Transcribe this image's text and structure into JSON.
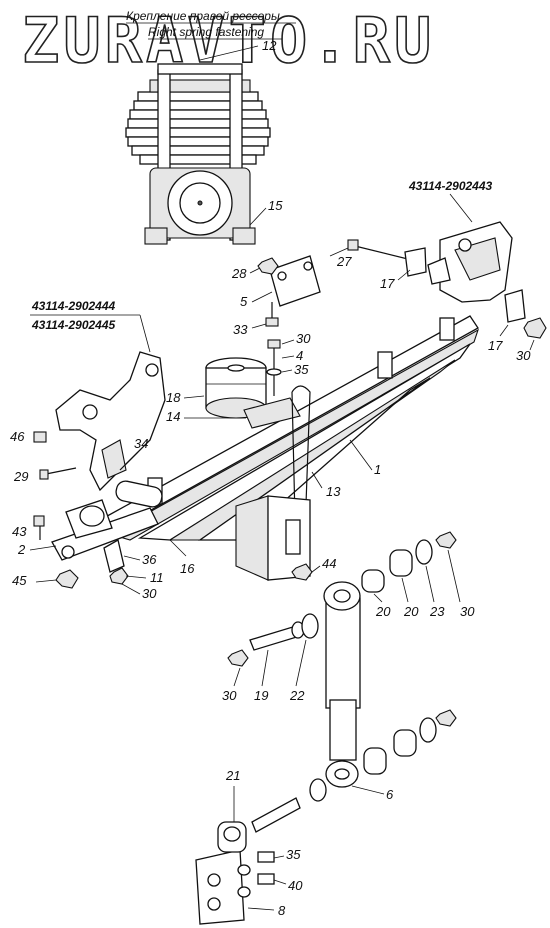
{
  "watermark": "ZURAVTO.RU",
  "inset": {
    "title_ru": "Крепление правой рессоры",
    "title_en": "Right spring fastening"
  },
  "part_numbers": {
    "bracket_rear": "43114-2902443",
    "bracket_front_a": "43114-2902444",
    "bracket_front_b": "43114-2902445"
  },
  "callouts": {
    "c12": "12",
    "c15": "15",
    "c27": "27",
    "c17a": "17",
    "c17b": "17",
    "c28": "28",
    "c5": "5",
    "c33": "33",
    "c30a": "30",
    "c30b": "30",
    "c4": "4",
    "c35a": "35",
    "c18": "18",
    "c14": "14",
    "c46": "46",
    "c34": "34",
    "c29": "29",
    "c1": "1",
    "c13": "13",
    "c43": "43",
    "c2": "2",
    "c36": "36",
    "c16": "16",
    "c11": "11",
    "c45": "45",
    "c30c": "30",
    "c44": "44",
    "c20a": "20",
    "c20b": "20",
    "c23": "23",
    "c30d": "30",
    "c30e": "30",
    "c19": "19",
    "c22": "22",
    "c6": "6",
    "c21": "21",
    "c35b": "35",
    "c40": "40",
    "c8": "8"
  }
}
